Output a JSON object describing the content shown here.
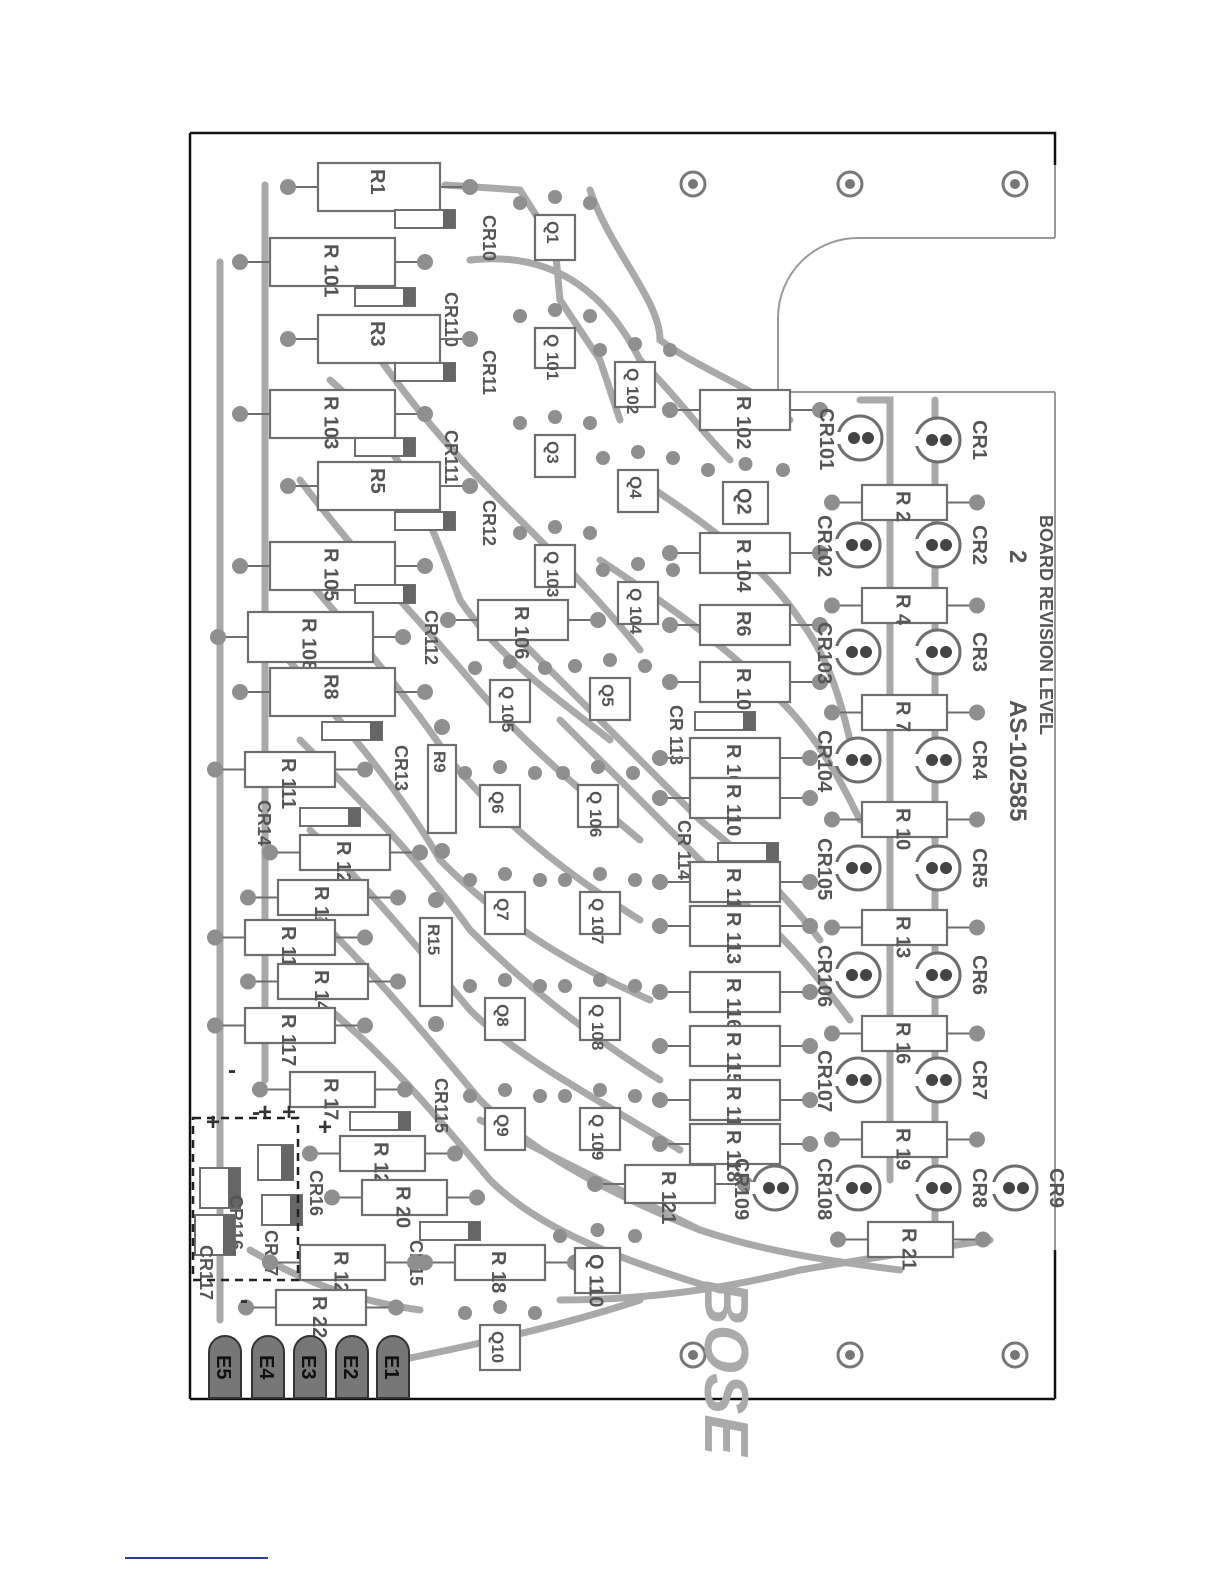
{
  "board": {
    "brand": "BOSE",
    "revision_text": "BOARD REVISION LEVEL",
    "revision_value": "2",
    "part_number": "AS-102585"
  },
  "components": [
    {
      "ref": "R1",
      "kind": "resistor-h"
    },
    {
      "ref": "CR10",
      "kind": "diode"
    },
    {
      "ref": "Q1",
      "kind": "transistor"
    },
    {
      "ref": "R 101",
      "kind": "resistor-h"
    },
    {
      "ref": "CR110",
      "kind": "diode"
    },
    {
      "ref": "Q 101",
      "kind": "transistor"
    },
    {
      "ref": "R3",
      "kind": "resistor-h"
    },
    {
      "ref": "CR11",
      "kind": "diode"
    },
    {
      "ref": "Q 102",
      "kind": "transistor"
    },
    {
      "ref": "R 102",
      "kind": "resistor-h"
    },
    {
      "ref": "R 103",
      "kind": "resistor-h"
    },
    {
      "ref": "CR111",
      "kind": "diode"
    },
    {
      "ref": "Q3",
      "kind": "transistor"
    },
    {
      "ref": "Q4",
      "kind": "transistor"
    },
    {
      "ref": "Q2",
      "kind": "transistor"
    },
    {
      "ref": "R5",
      "kind": "resistor-h"
    },
    {
      "ref": "CR12",
      "kind": "diode"
    },
    {
      "ref": "Q 103",
      "kind": "transistor"
    },
    {
      "ref": "R 104",
      "kind": "resistor-h"
    },
    {
      "ref": "R 105",
      "kind": "resistor-h"
    },
    {
      "ref": "CR112",
      "kind": "diode"
    },
    {
      "ref": "R 106",
      "kind": "resistor-h"
    },
    {
      "ref": "Q 104",
      "kind": "transistor"
    },
    {
      "ref": "R6",
      "kind": "resistor-h"
    },
    {
      "ref": "R 108",
      "kind": "resistor-h"
    },
    {
      "ref": "R8",
      "kind": "resistor-h"
    },
    {
      "ref": "Q 105",
      "kind": "transistor"
    },
    {
      "ref": "Q5",
      "kind": "transistor"
    },
    {
      "ref": "R 107",
      "kind": "resistor-h"
    },
    {
      "ref": "CR 113",
      "kind": "diode"
    },
    {
      "ref": "CR13",
      "kind": "diode"
    },
    {
      "ref": "R9",
      "kind": "resistor-v"
    },
    {
      "ref": "R 109",
      "kind": "resistor-h"
    },
    {
      "ref": "R 111",
      "kind": "resistor-h"
    },
    {
      "ref": "CR14",
      "kind": "diode"
    },
    {
      "ref": "Q6",
      "kind": "transistor"
    },
    {
      "ref": "Q 106",
      "kind": "transistor"
    },
    {
      "ref": "R 110",
      "kind": "resistor-h"
    },
    {
      "ref": "CR 114",
      "kind": "diode"
    },
    {
      "ref": "R 12",
      "kind": "resistor-h"
    },
    {
      "ref": "R 11",
      "kind": "resistor-h"
    },
    {
      "ref": "Q7",
      "kind": "transistor"
    },
    {
      "ref": "Q 107",
      "kind": "transistor"
    },
    {
      "ref": "R 112",
      "kind": "resistor-h"
    },
    {
      "ref": "R 113",
      "kind": "resistor-h"
    },
    {
      "ref": "R 114",
      "kind": "resistor-h"
    },
    {
      "ref": "R15",
      "kind": "resistor-v"
    },
    {
      "ref": "R 14",
      "kind": "resistor-h"
    },
    {
      "ref": "Q8",
      "kind": "transistor"
    },
    {
      "ref": "Q 108",
      "kind": "transistor"
    },
    {
      "ref": "R 116",
      "kind": "resistor-h"
    },
    {
      "ref": "R 117",
      "kind": "resistor-h"
    },
    {
      "ref": "R 115",
      "kind": "resistor-h"
    },
    {
      "ref": "R 17",
      "kind": "resistor-h"
    },
    {
      "ref": "CR115",
      "kind": "diode"
    },
    {
      "ref": "Q9",
      "kind": "transistor"
    },
    {
      "ref": "Q 109",
      "kind": "transistor"
    },
    {
      "ref": "R 119",
      "kind": "resistor-h"
    },
    {
      "ref": "R 118",
      "kind": "resistor-h"
    },
    {
      "ref": "R 120",
      "kind": "resistor-h"
    },
    {
      "ref": "CR16",
      "kind": "diode"
    },
    {
      "ref": "R 20",
      "kind": "resistor-h"
    },
    {
      "ref": "R 121",
      "kind": "resistor-h"
    },
    {
      "ref": "CR17",
      "kind": "diode"
    },
    {
      "ref": "CR116",
      "kind": "diode"
    },
    {
      "ref": "CR117",
      "kind": "diode"
    },
    {
      "ref": "CR15",
      "kind": "diode"
    },
    {
      "ref": "R 18",
      "kind": "resistor-h"
    },
    {
      "ref": "R 122",
      "kind": "resistor-h"
    },
    {
      "ref": "R 22",
      "kind": "resistor-h"
    },
    {
      "ref": "Q10",
      "kind": "transistor"
    },
    {
      "ref": "Q 110",
      "kind": "transistor"
    },
    {
      "ref": "R 2",
      "kind": "resistor-h"
    },
    {
      "ref": "R 4",
      "kind": "resistor-h"
    },
    {
      "ref": "R 7",
      "kind": "resistor-h"
    },
    {
      "ref": "R 10",
      "kind": "resistor-h"
    },
    {
      "ref": "R 13",
      "kind": "resistor-h"
    },
    {
      "ref": "R 16",
      "kind": "resistor-h"
    },
    {
      "ref": "R 19",
      "kind": "resistor-h"
    },
    {
      "ref": "R 21",
      "kind": "resistor-h"
    },
    {
      "ref": "CR101",
      "kind": "led"
    },
    {
      "ref": "CR102",
      "kind": "led"
    },
    {
      "ref": "CR103",
      "kind": "led"
    },
    {
      "ref": "CR104",
      "kind": "led"
    },
    {
      "ref": "CR105",
      "kind": "led"
    },
    {
      "ref": "CR106",
      "kind": "led"
    },
    {
      "ref": "CR107",
      "kind": "led"
    },
    {
      "ref": "CR108",
      "kind": "led"
    },
    {
      "ref": "CR109",
      "kind": "led"
    },
    {
      "ref": "CR1",
      "kind": "led"
    },
    {
      "ref": "CR2",
      "kind": "led"
    },
    {
      "ref": "CR3",
      "kind": "led"
    },
    {
      "ref": "CR4",
      "kind": "led"
    },
    {
      "ref": "CR5",
      "kind": "led"
    },
    {
      "ref": "CR6",
      "kind": "led"
    },
    {
      "ref": "CR7",
      "kind": "led"
    },
    {
      "ref": "CR8",
      "kind": "led"
    },
    {
      "ref": "CR9",
      "kind": "led"
    }
  ],
  "edge_pads": [
    "E5",
    "E4",
    "E3",
    "E2",
    "E1"
  ],
  "polarity_marks": [
    "+",
    "+",
    "+",
    "+",
    "-",
    "-",
    "-"
  ],
  "colors": {
    "board_outline": "#111111",
    "trace": "#a9a9a9",
    "pad": "#8f8f8f",
    "component_outline": "#6e6e6e",
    "label": "#555555",
    "footer_rule": "#2b3f9e"
  }
}
